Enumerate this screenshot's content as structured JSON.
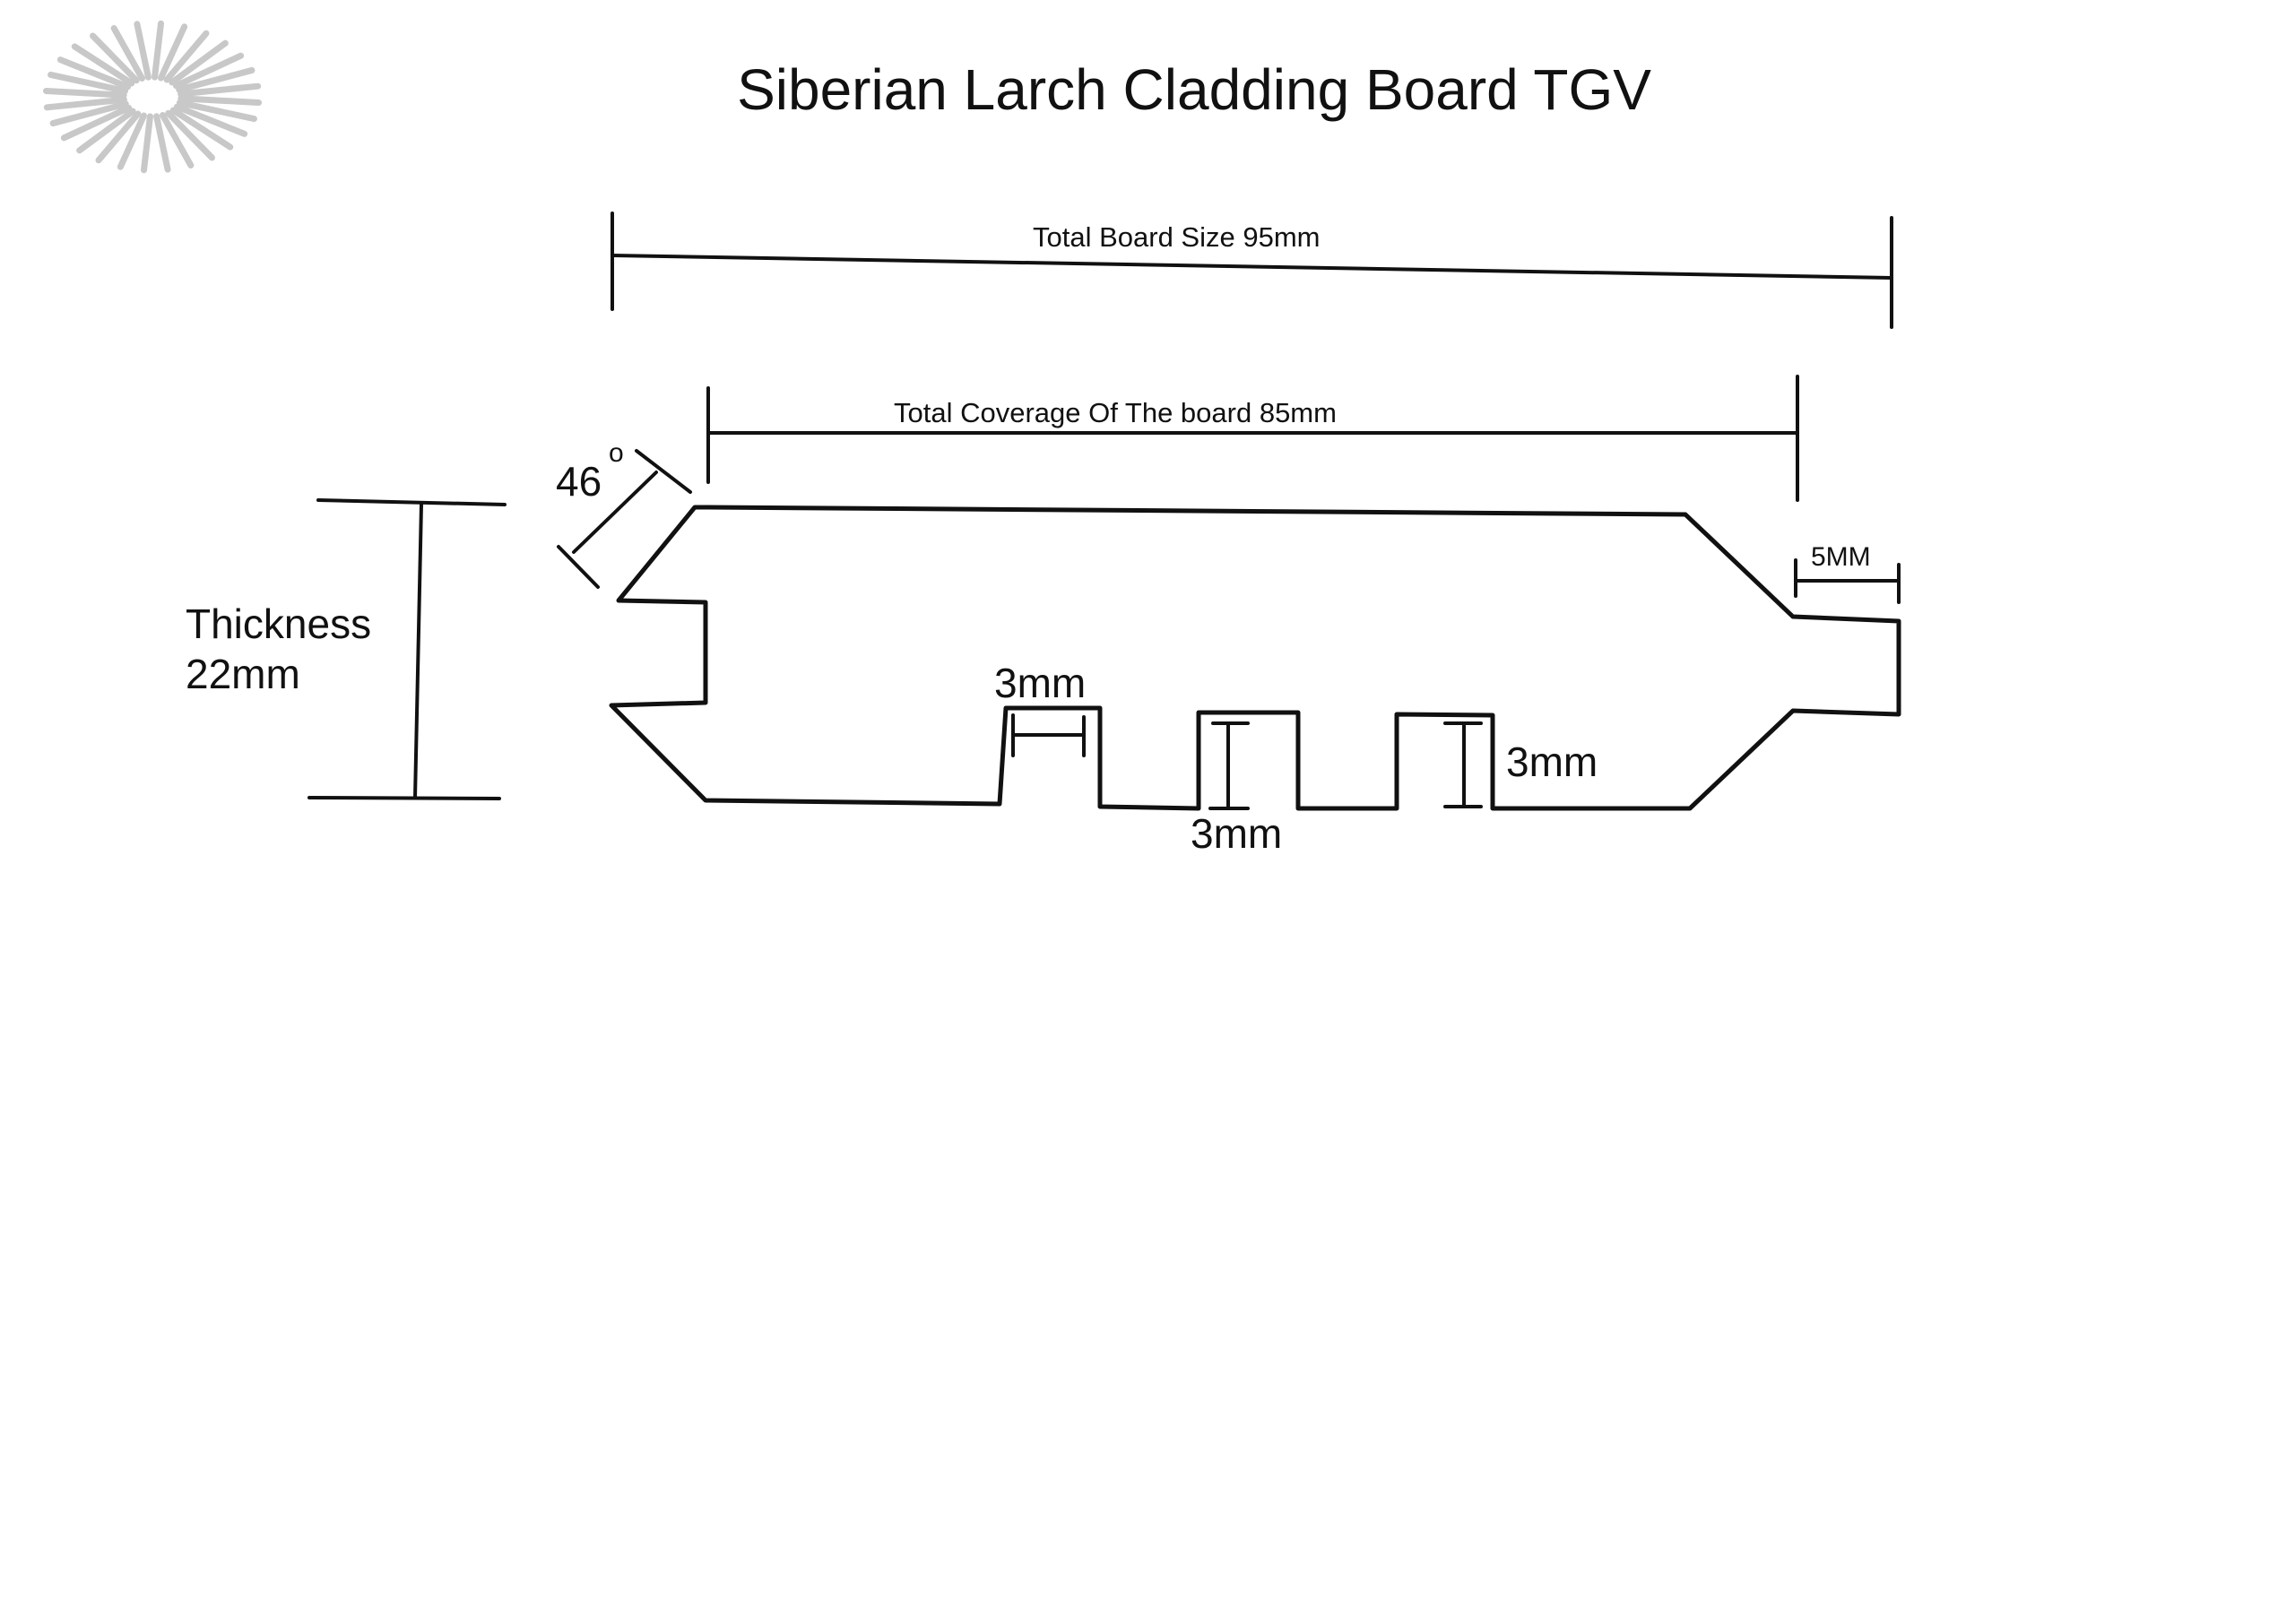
{
  "title": "Siberian Larch Cladding Board TGV",
  "colors": {
    "ink": "#111111",
    "logo": "#c8c8c8",
    "background": "#ffffff"
  },
  "logo": {
    "icon": "sunburst-logo-icon"
  },
  "dimensions": {
    "total_board_size": "Total Board Size 95mm",
    "total_coverage": "Total Coverage Of The board 85mm",
    "bevel_angle": "46",
    "bevel_angle_degree": "o",
    "tongue_length": "5MM",
    "thickness_line1": "Thickness",
    "thickness_line2": "22mm",
    "groove_width": "3mm",
    "groove_spacing": "3mm",
    "groove_depth": "3mm"
  }
}
